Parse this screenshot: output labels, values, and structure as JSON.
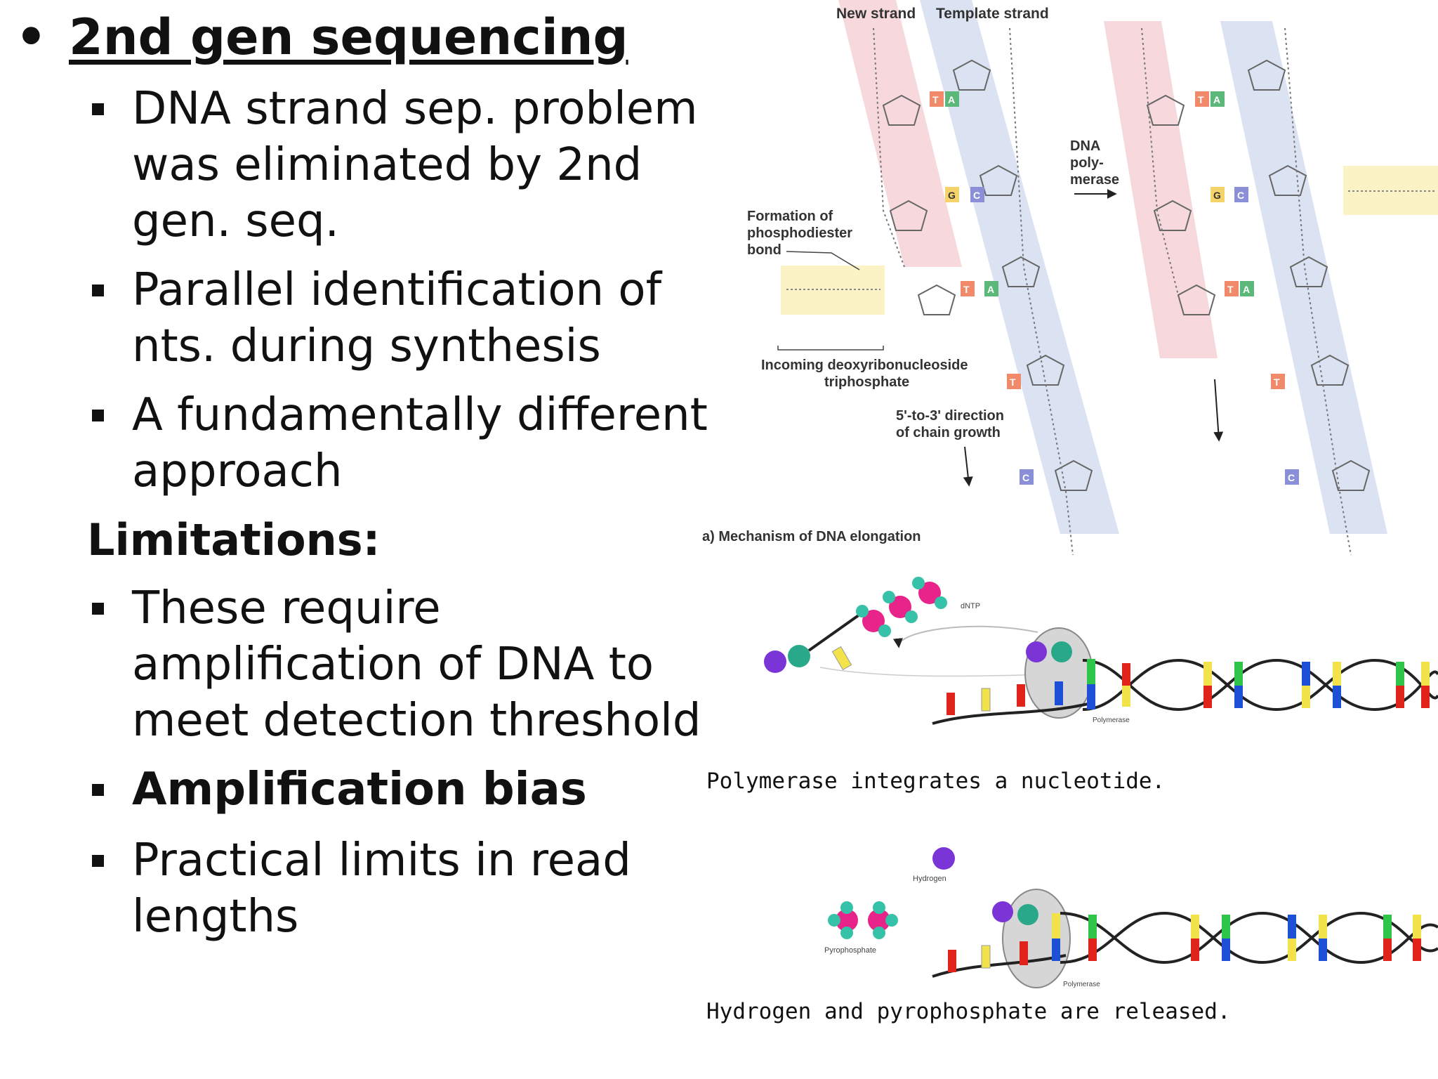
{
  "slide": {
    "title": "2nd gen sequencing",
    "bullet1": [
      "DNA strand sep. problem",
      "was eliminated by 2nd",
      "gen. seq."
    ],
    "bullet2": [
      "Parallel identification of",
      "nts. during synthesis"
    ],
    "bullet3": [
      "A fundamentally different",
      "approach"
    ],
    "limitations_heading": "Limitations:",
    "bullet4": [
      "These require",
      "amplification of DNA to",
      "meet detection threshold"
    ],
    "bullet5": "Amplification bias",
    "bullet6": [
      "Practical limits in read",
      "lengths"
    ]
  },
  "figure_top": {
    "new_strand": "New strand",
    "template_strand": "Template strand",
    "dna_polymerase": [
      "DNA",
      "poly-",
      "merase"
    ],
    "phosphodiester": [
      "Formation of",
      "phosphodiester",
      "bond"
    ],
    "incoming": [
      "Incoming deoxyribonucleoside",
      "triphosphate"
    ],
    "direction": [
      "5'-to-3' direction",
      "of chain growth"
    ],
    "caption": "a) Mechanism of DNA elongation",
    "bases": [
      "T",
      "A",
      "G",
      "C",
      "T",
      "A",
      "T",
      "C"
    ]
  },
  "figure_bottom": {
    "dntp": "dNTP",
    "polymerase": "Polymerase",
    "hydrogen": "Hydrogen",
    "pyrophosphate": "Pyrophosphate",
    "caption1": "Polymerase integrates a nucleotide.",
    "caption2": "Hydrogen and pyrophosphate are released."
  }
}
